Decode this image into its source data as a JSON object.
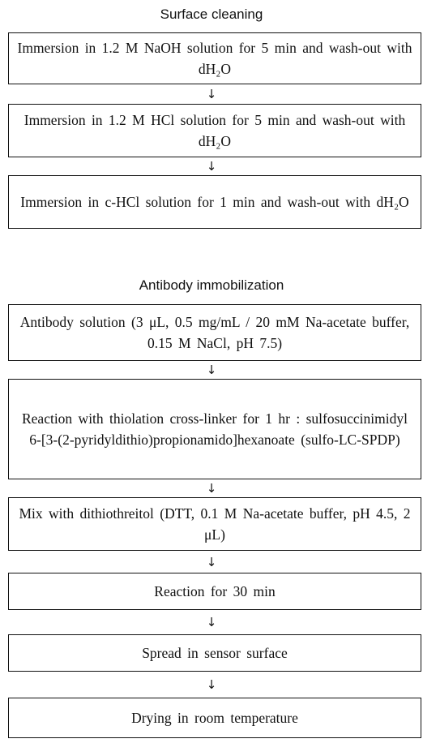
{
  "sections": {
    "surface_cleaning": {
      "title": "Surface cleaning",
      "steps": [
        "Immersion in 1.2 M NaOH solution for 5 min and wash-out with dH₂O",
        "Immersion in 1.2 M HCl solution for 5 min and wash-out with dH₂O",
        "Immersion in c-HCl solution for 1 min and wash-out with dH₂O"
      ]
    },
    "antibody_immobilization": {
      "title": "Antibody immobilization",
      "steps": [
        "Antibody solution (3 μL, 0.5 mg/mL / 20 mM Na-acetate buffer, 0.15 M NaCl, pH 7.5)",
        "Reaction with thiolation cross-linker for 1 hr : sulfosuccinimidyl 6-[3-(2-pyridyldithio)propionamido]hexanoate (sulfo-LC-SPDP)",
        "Mix with dithiothreitol (DTT, 0.1 M Na-acetate buffer, pH 4.5, 2 μL)",
        "Reaction for 30 min",
        "Spread in sensor surface",
        "Drying in room temperature"
      ]
    }
  },
  "arrow_glyph": "↓"
}
